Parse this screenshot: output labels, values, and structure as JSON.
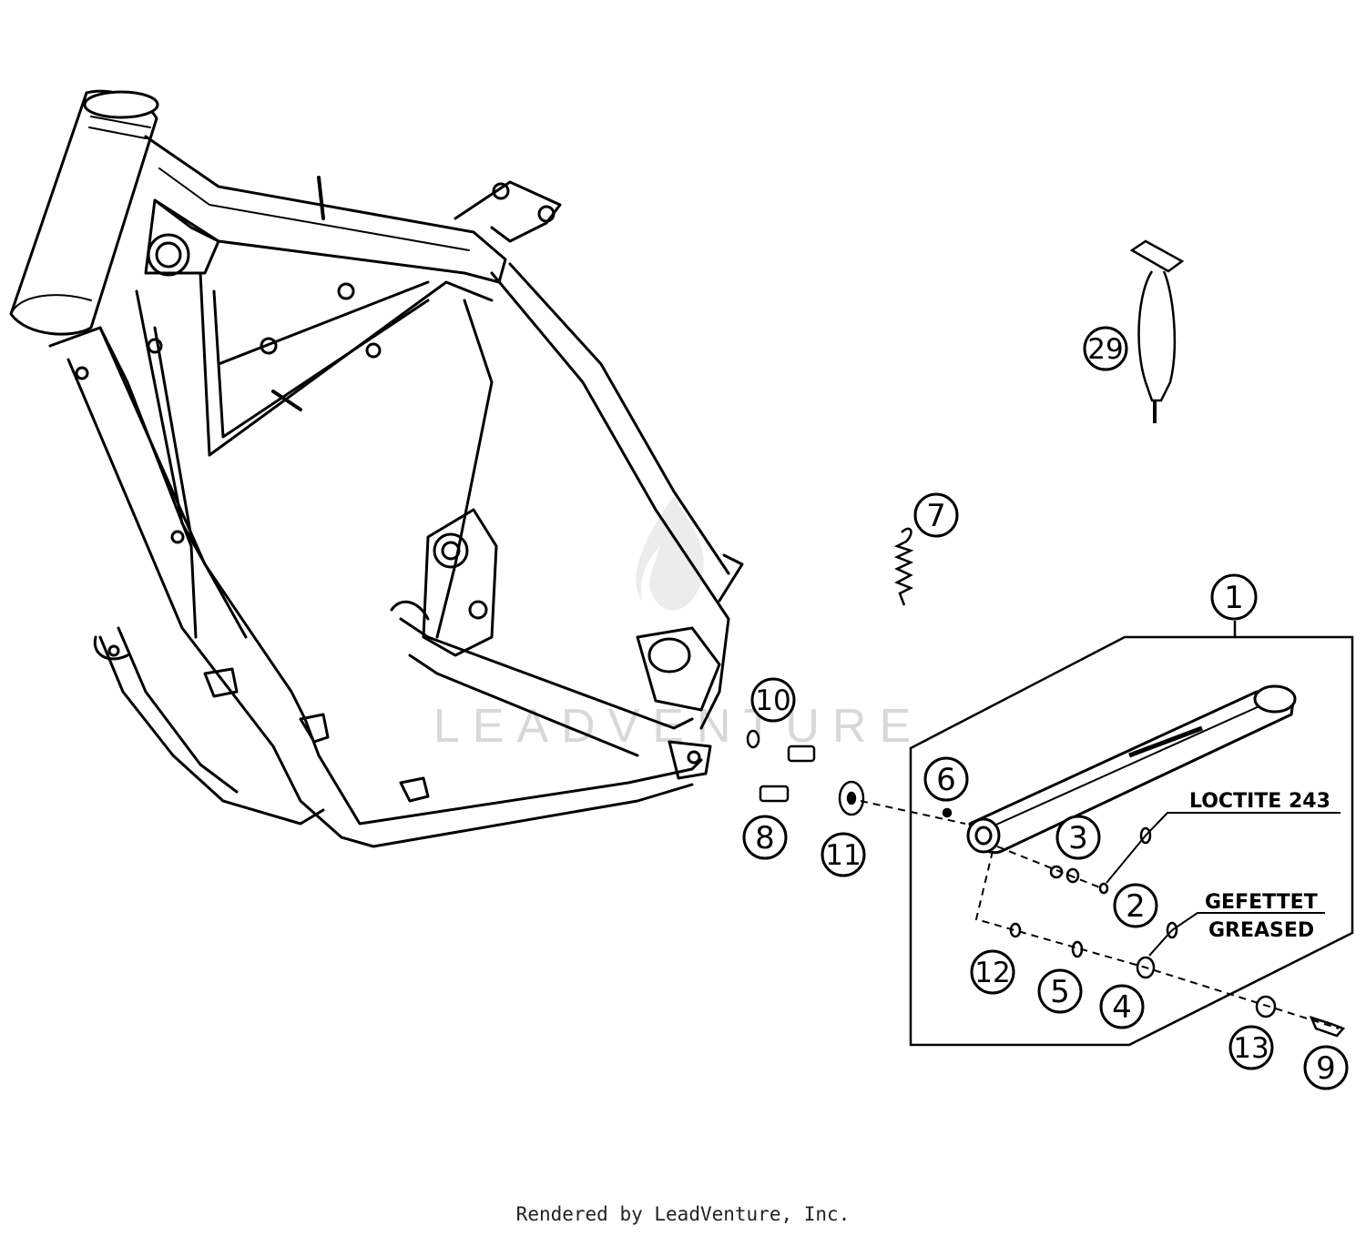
{
  "callouts": {
    "c1": "1",
    "c2": "2",
    "c3": "3",
    "c4": "4",
    "c5": "5",
    "c6": "6",
    "c7": "7",
    "c8": "8",
    "c9": "9",
    "c10": "10",
    "c11": "11",
    "c12": "12",
    "c13": "13",
    "c29": "29"
  },
  "notes": {
    "loctite": "LOCTITE 243",
    "gefettet": "GEFETTET",
    "greased": "GREASED"
  },
  "watermark": {
    "text": "LEADVENTURE"
  },
  "footer": {
    "text": "Rendered by LeadVenture, Inc."
  }
}
